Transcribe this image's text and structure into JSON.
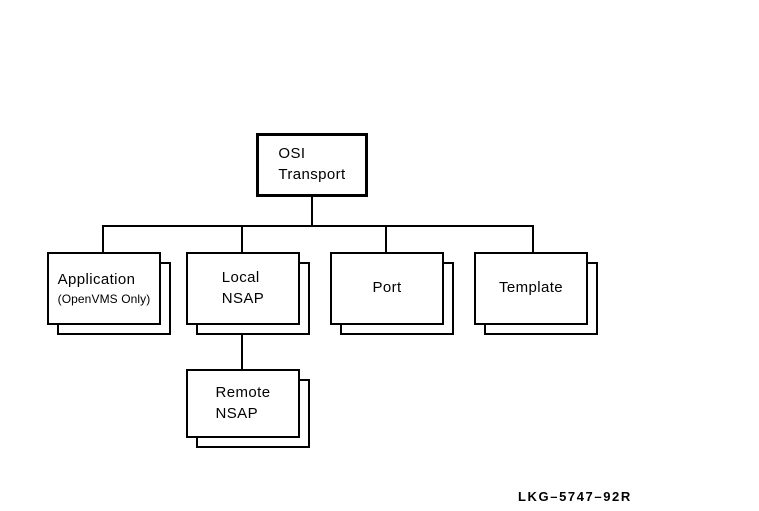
{
  "diagram": {
    "type": "hierarchy-tree",
    "background_color": "#ffffff",
    "line_color": "#000000",
    "text_color": "#000000",
    "root": {
      "id": "osi-transport",
      "lines": [
        "OSI",
        "Transport"
      ]
    },
    "children": [
      {
        "id": "application",
        "lines": [
          "Application",
          "(OpenVMS Only)"
        ],
        "has_stack_shadow": true
      },
      {
        "id": "local-nsap",
        "lines": [
          "Local",
          "NSAP"
        ],
        "has_stack_shadow": true
      },
      {
        "id": "port",
        "lines": [
          "Port"
        ],
        "has_stack_shadow": true
      },
      {
        "id": "template",
        "lines": [
          "Template"
        ],
        "has_stack_shadow": true
      }
    ],
    "grandchildren": [
      {
        "id": "remote-nsap",
        "parent": "local-nsap",
        "lines": [
          "Remote",
          "NSAP"
        ],
        "has_stack_shadow": true
      }
    ],
    "caption": "LKG–5747–92R"
  }
}
